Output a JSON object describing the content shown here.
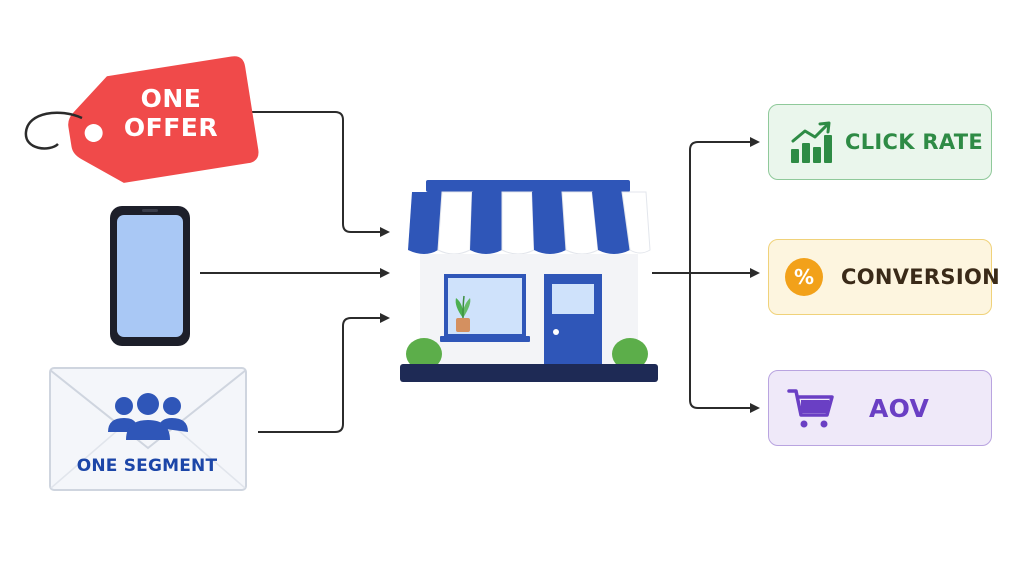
{
  "inputs": {
    "offer_label": "ONE OFFER",
    "offer_line1": "ONE",
    "offer_line2": "OFFER",
    "segment_label": "ONE SEGMENT"
  },
  "metrics": {
    "click_rate": "CLICK RATE",
    "conversion": "CONVERSION",
    "conversion_symbol": "%",
    "aov": "AOV"
  },
  "icons": {
    "tag": "price-tag-icon",
    "phone": "smartphone-icon",
    "envelope": "envelope-icon",
    "people": "people-group-icon",
    "store": "storefront-icon",
    "chart": "bar-chart-trend-icon",
    "percent": "percent-icon",
    "cart": "shopping-cart-icon"
  },
  "colors": {
    "tag_red": "#f04a4a",
    "awning_blue": "#2f56b8",
    "door_blue": "#2f56b8",
    "click_green": "#2e8b45",
    "conversion_orange": "#f2a11a",
    "aov_purple": "#6a3fc4",
    "arrow": "#2b2b2b"
  }
}
